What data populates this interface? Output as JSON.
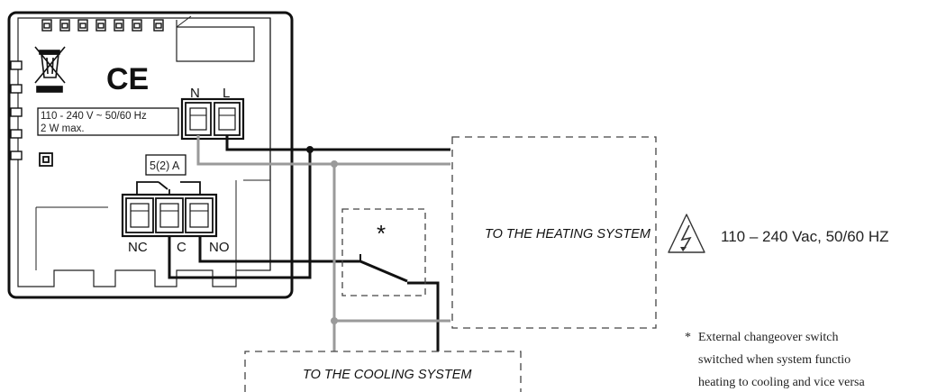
{
  "device": {
    "ce_mark": "CE",
    "rating": "110 - 240 V ~ 50/60 Hz",
    "power": "2 W max.",
    "relay_rating": "5(2) A",
    "terminals": {
      "n": "N",
      "l": "L",
      "nc": "NC",
      "c": "C",
      "no": "NO"
    }
  },
  "switch_marker": "*",
  "heating_label": "TO THE HEATING SYSTEM",
  "cooling_label": "TO THE COOLING SYSTEM",
  "supply": "110 – 240 Vac, 50/60 HZ",
  "note": {
    "marker": "*",
    "lines": [
      "External changeover switch",
      "switched when system functio",
      "heating to cooling and vice versa"
    ]
  },
  "colors": {
    "line": "#111111",
    "neutral_wire": "#9a9a9a",
    "dashed": "#444444"
  }
}
